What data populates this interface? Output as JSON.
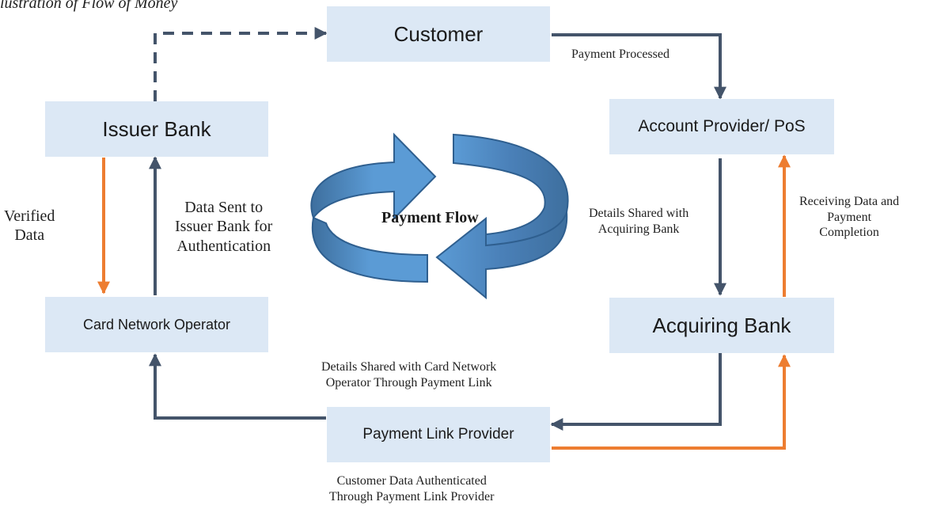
{
  "caption": "lustration of Flow of Money",
  "center_label": "Payment Flow",
  "nodes": {
    "customer": "Customer",
    "issuer_bank": "Issuer Bank",
    "account_provider": "Account Provider/ PoS",
    "card_network": "Card Network Operator",
    "acquiring_bank": "Acquiring Bank",
    "payment_link": "Payment Link Provider"
  },
  "labels": {
    "payment_processed": "Payment Processed",
    "verified_data": [
      "Verified",
      "Data"
    ],
    "data_sent": [
      "Data Sent to",
      "Issuer Bank for",
      "Authentication"
    ],
    "details_acquiring": [
      "Details Shared with",
      "Acquiring Bank"
    ],
    "receiving_data": [
      "Receiving Data and",
      "Payment",
      "Completion"
    ],
    "details_card_network": [
      "Details Shared with Card Network",
      "Operator Through Payment Link"
    ],
    "customer_authenticated": [
      "Customer Data Authenticated",
      "Through Payment Link Provider"
    ]
  },
  "colors": {
    "box_fill": "#dce8f5",
    "navy_arrow": "#44546a",
    "orange_arrow": "#ed7d31",
    "cycle_arrow": "#5b9bd5",
    "cycle_arrow_dark": "#3e6f9e"
  }
}
